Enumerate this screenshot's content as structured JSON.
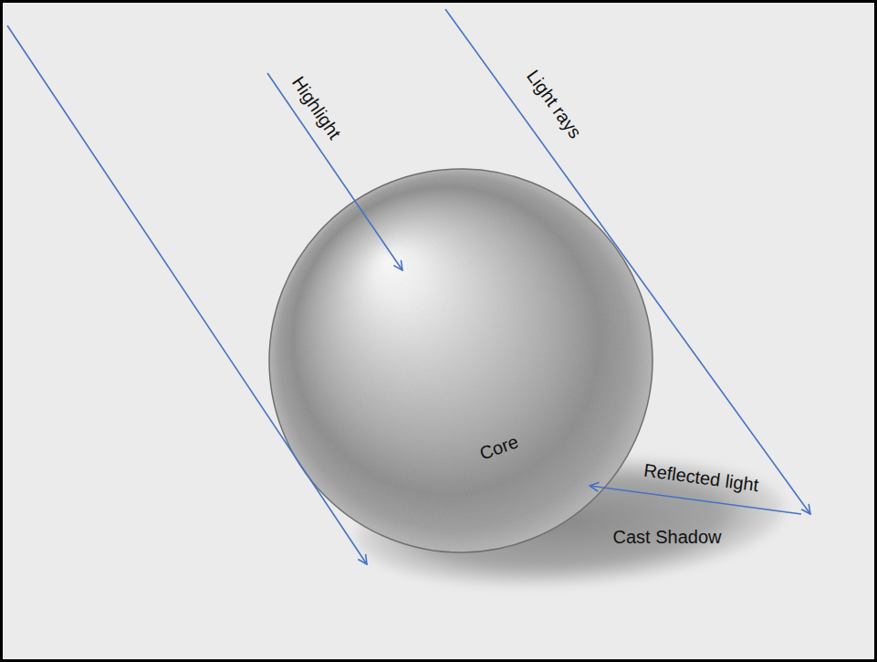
{
  "diagram": {
    "labels": [
      "Highlight",
      "Light rays",
      "Core",
      "Reflected light",
      "Cast Shadow"
    ]
  }
}
